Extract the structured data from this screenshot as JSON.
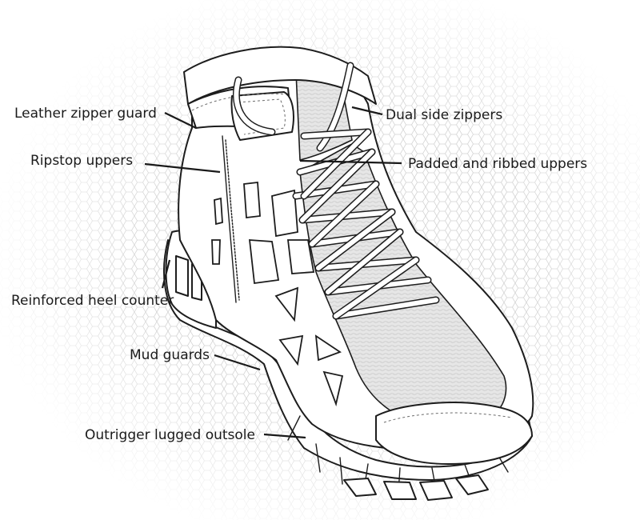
{
  "labels": {
    "leather_zipper_guard": "Leather zipper guard",
    "ripstop_uppers": "Ripstop uppers",
    "reinforced_heel_counter": "Reinforced heel counter",
    "mud_guards": "Mud guards",
    "outrigger_lugged_outsole": "Outrigger lugged outsole",
    "dual_side_zippers": "Dual side zippers",
    "padded_ribbed_uppers": "Padded and ribbed uppers"
  },
  "colors": {
    "line": "#1d1d1d",
    "background": "#ffffff",
    "hex_pattern": "#d9d9d9",
    "mesh_fill": "#e4e4e4"
  }
}
